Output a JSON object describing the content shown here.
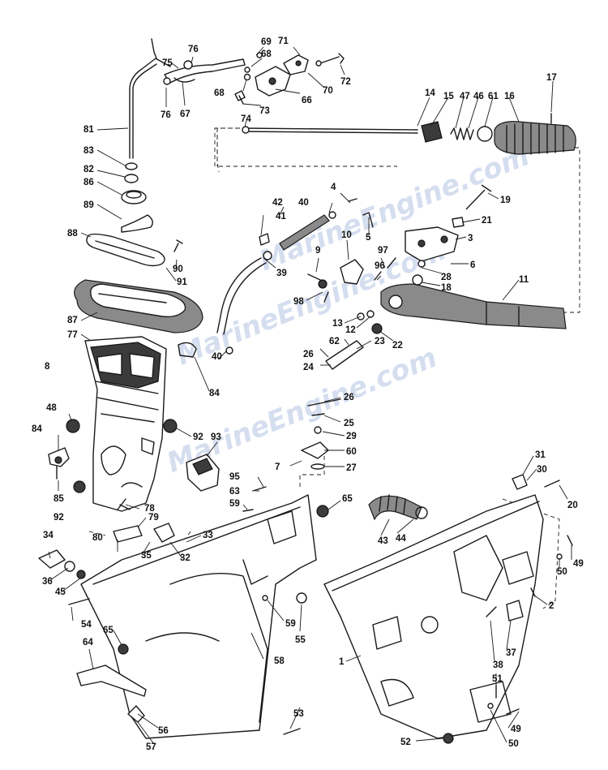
{
  "watermarks": [
    "MarineEngine.com",
    "MarineEngine.com",
    "MarineEngine.com"
  ],
  "labels": {
    "p1": "1",
    "p2": "2",
    "p3": "3",
    "p4": "4",
    "p5": "5",
    "p6": "6",
    "p7": "7",
    "p8": "8",
    "p9": "9",
    "p10": "10",
    "p11": "11",
    "p12": "12",
    "p13": "13",
    "p14": "14",
    "p15": "15",
    "p16": "16",
    "p17": "17",
    "p18": "18",
    "p19": "19",
    "p20": "20",
    "p21": "21",
    "p22": "22",
    "p23": "23",
    "p24": "24",
    "p25": "25",
    "p26a": "26",
    "p26b": "26",
    "p27": "27",
    "p28": "28",
    "p29": "29",
    "p30": "30",
    "p31": "31",
    "p32": "32",
    "p33": "33",
    "p34": "34",
    "p35": "35",
    "p36": "36",
    "p37": "37",
    "p38": "38",
    "p39": "39",
    "p40a": "40",
    "p40b": "40",
    "p41": "41",
    "p42": "42",
    "p43": "43",
    "p44": "44",
    "p45": "45",
    "p46": "46",
    "p47": "47",
    "p48": "48",
    "p49a": "49",
    "p49b": "49",
    "p50a": "50",
    "p50b": "50",
    "p51": "51",
    "p52": "52",
    "p53": "53",
    "p54": "54",
    "p55": "55",
    "p56": "56",
    "p57": "57",
    "p58": "58",
    "p59a": "59",
    "p59b": "59",
    "p60": "60",
    "p61": "61",
    "p62": "62",
    "p63": "63",
    "p64": "64",
    "p65a": "65",
    "p65b": "65",
    "p66": "66",
    "p67": "67",
    "p68a": "68",
    "p68b": "68",
    "p69": "69",
    "p70": "70",
    "p71": "71",
    "p72": "72",
    "p73": "73",
    "p74": "74",
    "p75": "75",
    "p76a": "76",
    "p76b": "76",
    "p77": "77",
    "p78": "78",
    "p79": "79",
    "p80": "80",
    "p81": "81",
    "p82": "82",
    "p83": "83",
    "p84a": "84",
    "p84b": "84",
    "p85": "85",
    "p86": "86",
    "p87": "87",
    "p88": "88",
    "p89": "89",
    "p90": "90",
    "p91": "91",
    "p92a": "92",
    "p92b": "92",
    "p93": "93",
    "p95": "95",
    "p96": "96",
    "p97": "97",
    "p98": "98"
  }
}
